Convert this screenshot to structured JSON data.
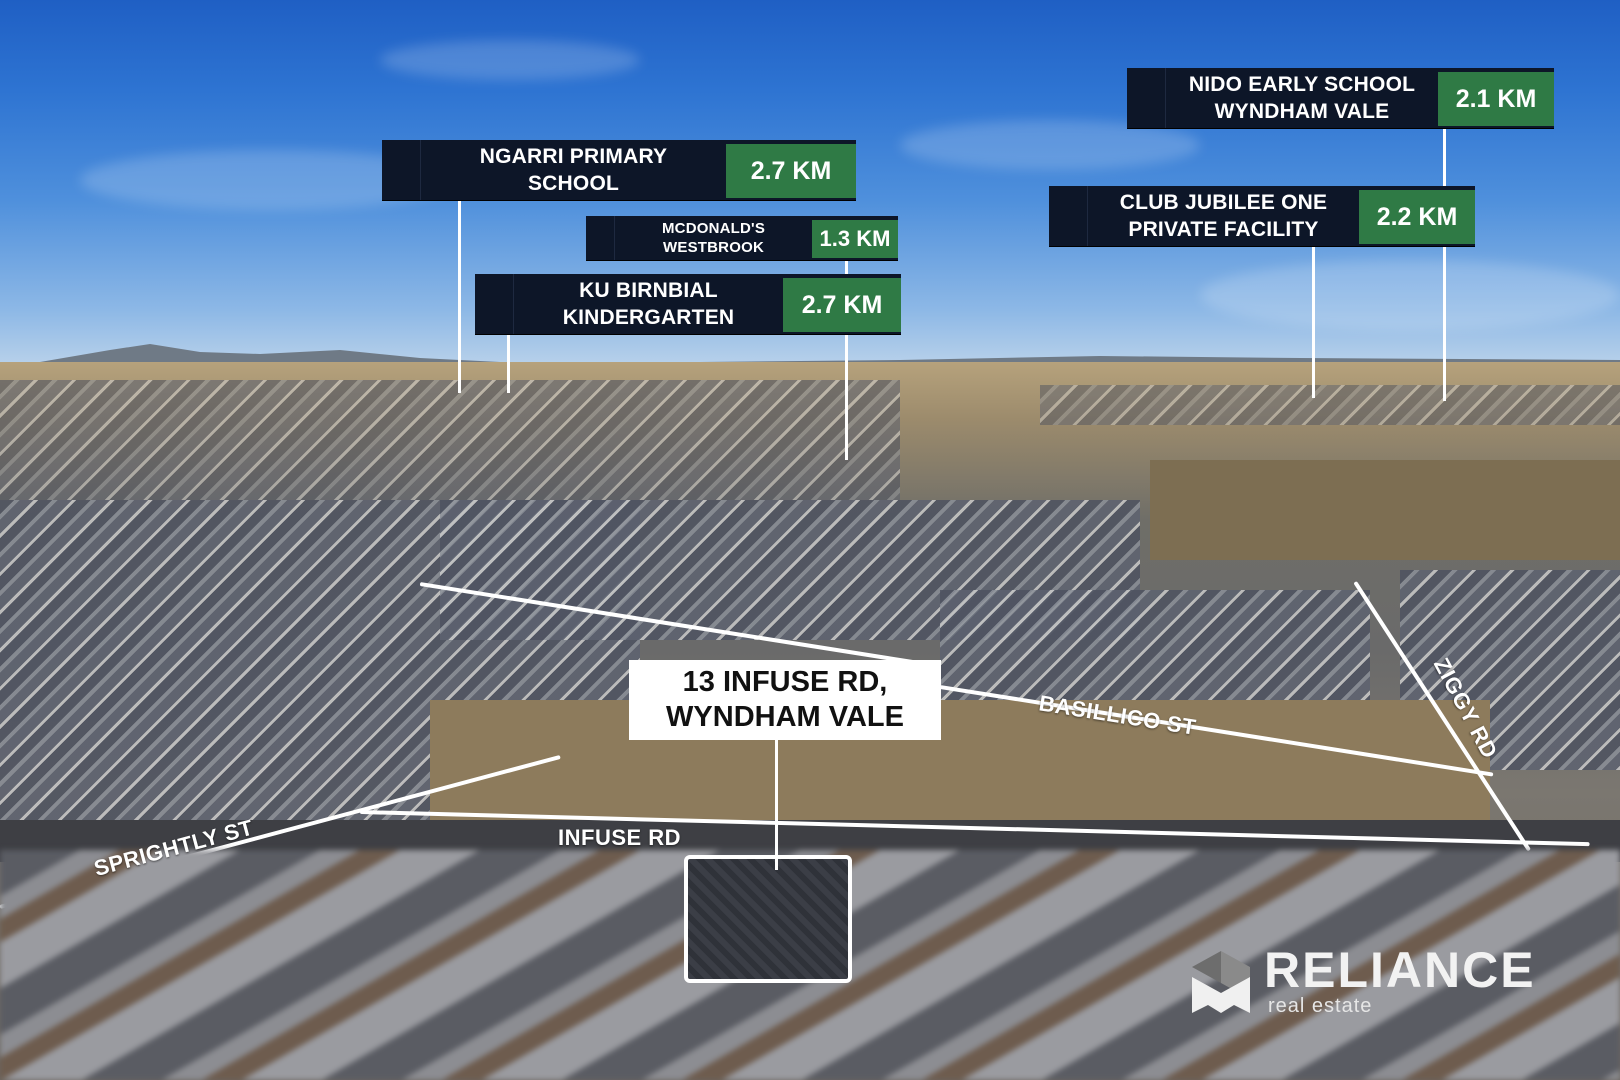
{
  "poi_labels": [
    {
      "name": "NGARRI PRIMARY SCHOOL",
      "distance": "2.7 KM"
    },
    {
      "name": "MCDONALD'S WESTBROOK",
      "distance": "1.3 KM"
    },
    {
      "name": "KU BIRNBIAL KINDERGARTEN",
      "distance": "2.7 KM"
    },
    {
      "name": "NIDO EARLY SCHOOL WYNDHAM VALE",
      "distance": "2.1 KM"
    },
    {
      "name": "CLUB JUBILEE ONE PRIVATE FACILITY",
      "distance": "2.2 KM"
    }
  ],
  "property": {
    "address_line1": "13 INFUSE RD,",
    "address_line2": "WYNDHAM VALE"
  },
  "streets": {
    "basillico": "BASILLICO ST",
    "ziggy": "ZIGGY RD",
    "sprightly": "SPRIGHTLY ST",
    "infuse": "INFUSE RD"
  },
  "branding": {
    "brand_name": "RELIANCE",
    "tagline": "real estate"
  },
  "colors": {
    "label_bg": "#0d1628",
    "distance_bg": "#2f7a45",
    "address_bg": "#ffffff"
  }
}
